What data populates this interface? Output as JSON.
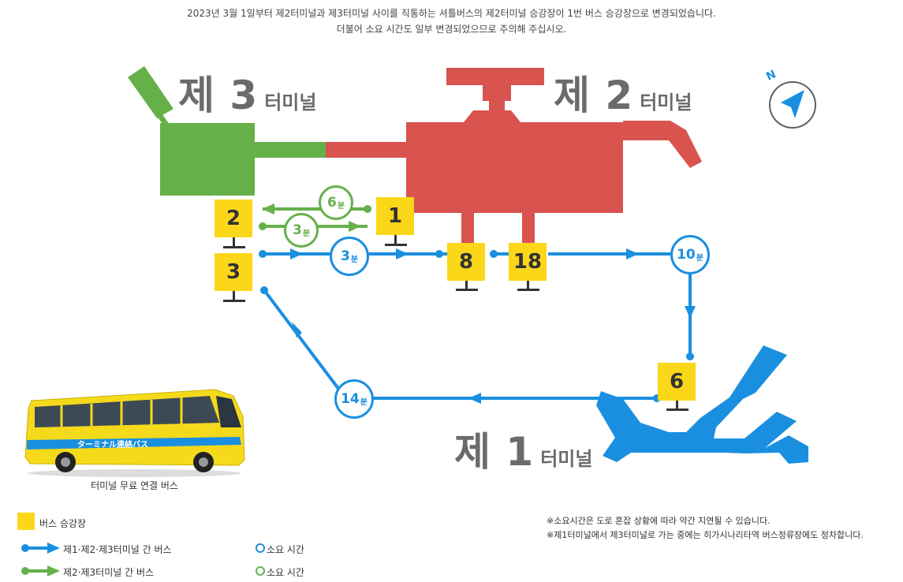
{
  "notice": {
    "line1": "2023년 3월 1일부터 제2터미널과 제3터미널 사이를 직통하는 셔틀버스의 제2터미널 승강장이 1번 버스 승강장으로 변경되었습니다.",
    "line2": "더불어 소요 시간도 일부 변경되었으므로 주의해 주십시오."
  },
  "terminals": {
    "t3": {
      "num": "제 3",
      "sub": "터미널"
    },
    "t2": {
      "num": "제 2",
      "sub": "터미널"
    },
    "t1": {
      "num": "제 1",
      "sub": "터미널"
    }
  },
  "compass": {
    "label": "N"
  },
  "stops": {
    "s2": "2",
    "s1": "1",
    "s3": "3",
    "s8": "8",
    "s18": "18",
    "s6": "6"
  },
  "times": {
    "green_6": {
      "value": "6",
      "unit": "분"
    },
    "green_3": {
      "value": "3",
      "unit": "분"
    },
    "blue_3": {
      "value": "3",
      "unit": "분"
    },
    "blue_10": {
      "value": "10",
      "unit": "분"
    },
    "blue_14": {
      "value": "14",
      "unit": "분"
    }
  },
  "bus": {
    "caption": "터미널 무료 연결 버스",
    "side_text": "ターミナル連絡バス"
  },
  "legend": {
    "stop": "버스 승강장",
    "blue_route": "제1·제2·제3터미널 간 버스",
    "green_route": "제2·제3터미널 간 버스",
    "blue_time": "소요 시간",
    "green_time": "소요 시간"
  },
  "notes": {
    "n1": "※소요시간은 도로 혼잡 상황에 따라 약간 지연될 수 있습니다.",
    "n2": "※제1터미널에서 제3터미널로 가는 중에는 히가시나리타역 버스정류장에도 정차합니다."
  },
  "colors": {
    "t1": "#1a8fe0",
    "t2": "#d9534f",
    "t3": "#66b04a",
    "stop": "#fbd71a",
    "blue_route": "#1a8fe0",
    "green_route": "#66b04a"
  }
}
